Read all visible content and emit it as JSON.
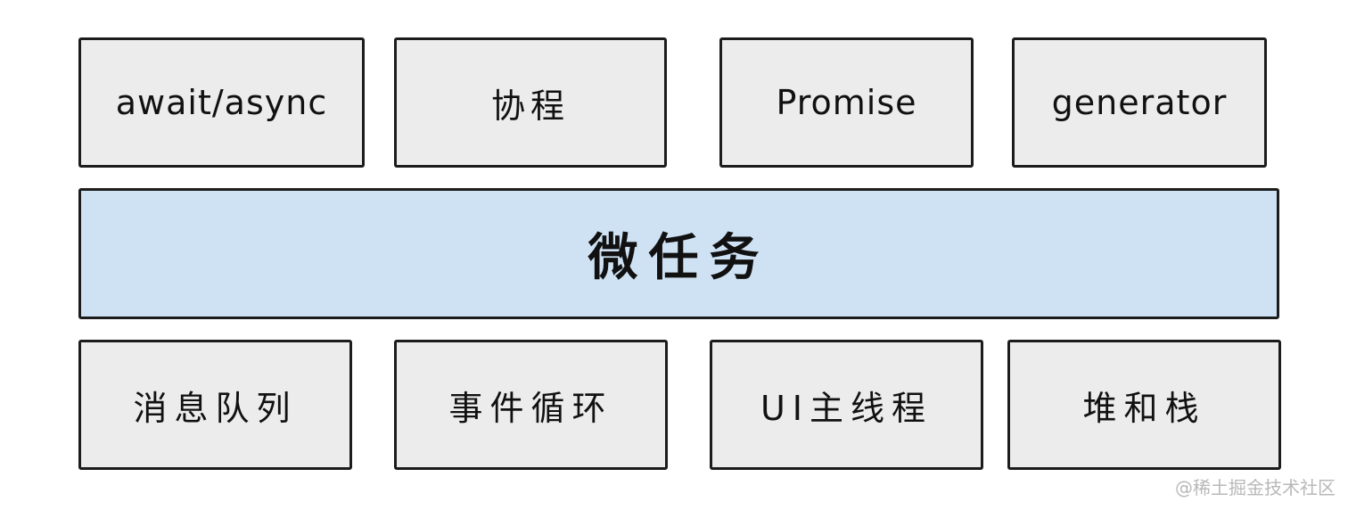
{
  "top_row": [
    {
      "label": "await/async"
    },
    {
      "label": "协程"
    },
    {
      "label": "Promise"
    },
    {
      "label": "generator"
    }
  ],
  "center": {
    "label": "微任务"
  },
  "bottom_row": [
    {
      "label": "消息队列"
    },
    {
      "label": "事件循环"
    },
    {
      "label": "UI主线程"
    },
    {
      "label": "堆和栈"
    }
  ],
  "watermark": "@稀土掘金技术社区",
  "colors": {
    "box_fill": "#ececec",
    "center_fill": "#cfe2f3",
    "border": "#1c1c1c",
    "text": "#111111"
  }
}
